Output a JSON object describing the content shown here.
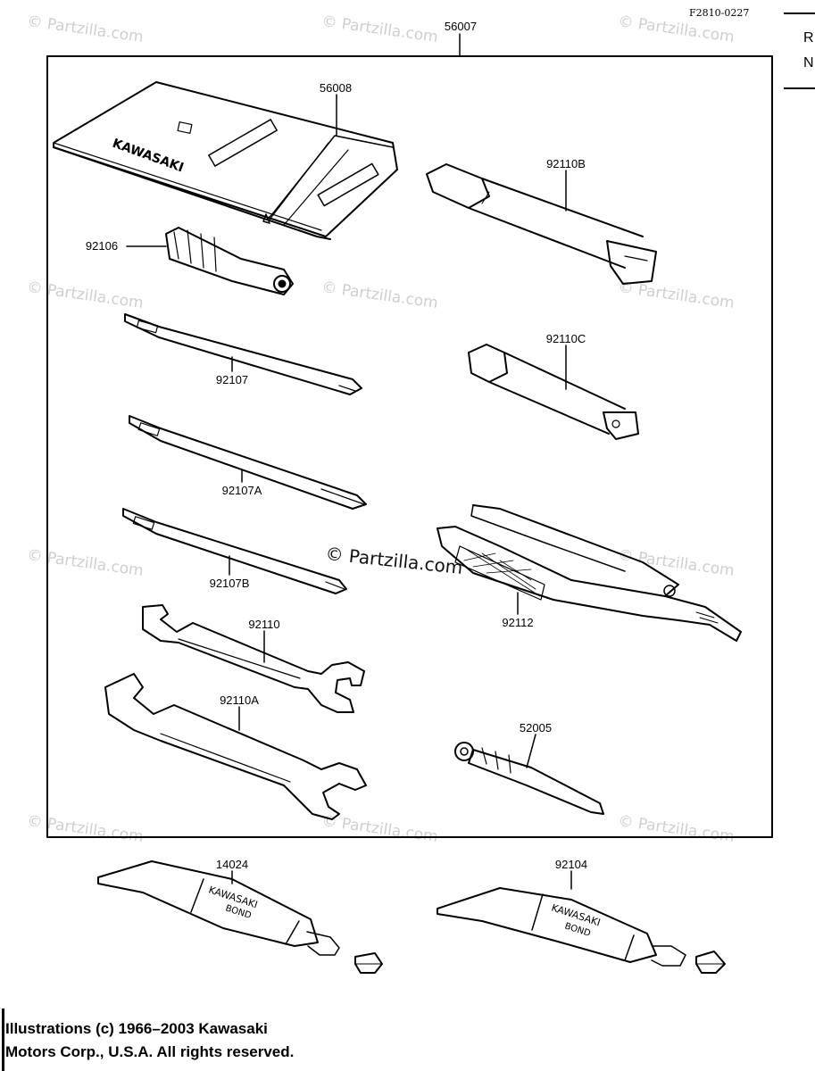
{
  "figure_id": "F2810-0227",
  "side_tab_letters": [
    "R",
    "N"
  ],
  "parts": [
    {
      "number": "56007"
    },
    {
      "number": "56008"
    },
    {
      "number": "92110B"
    },
    {
      "number": "92106"
    },
    {
      "number": "92110C"
    },
    {
      "number": "92107"
    },
    {
      "number": "92107A"
    },
    {
      "number": "92107B"
    },
    {
      "number": "92112"
    },
    {
      "number": "92110"
    },
    {
      "number": "92110A"
    },
    {
      "number": "52005"
    },
    {
      "number": "14024"
    },
    {
      "number": "92104"
    }
  ],
  "printed_labels": {
    "pouch_brand": "KAWASAKI",
    "tube_brand": "KAWASAKI",
    "tube_product": "BOND"
  },
  "watermark": "© Partzilla.com",
  "copyright_lines": [
    "Illustrations (c) 1966–2003 Kawasaki",
    "Motors Corp., U.S.A.  All rights reserved."
  ]
}
